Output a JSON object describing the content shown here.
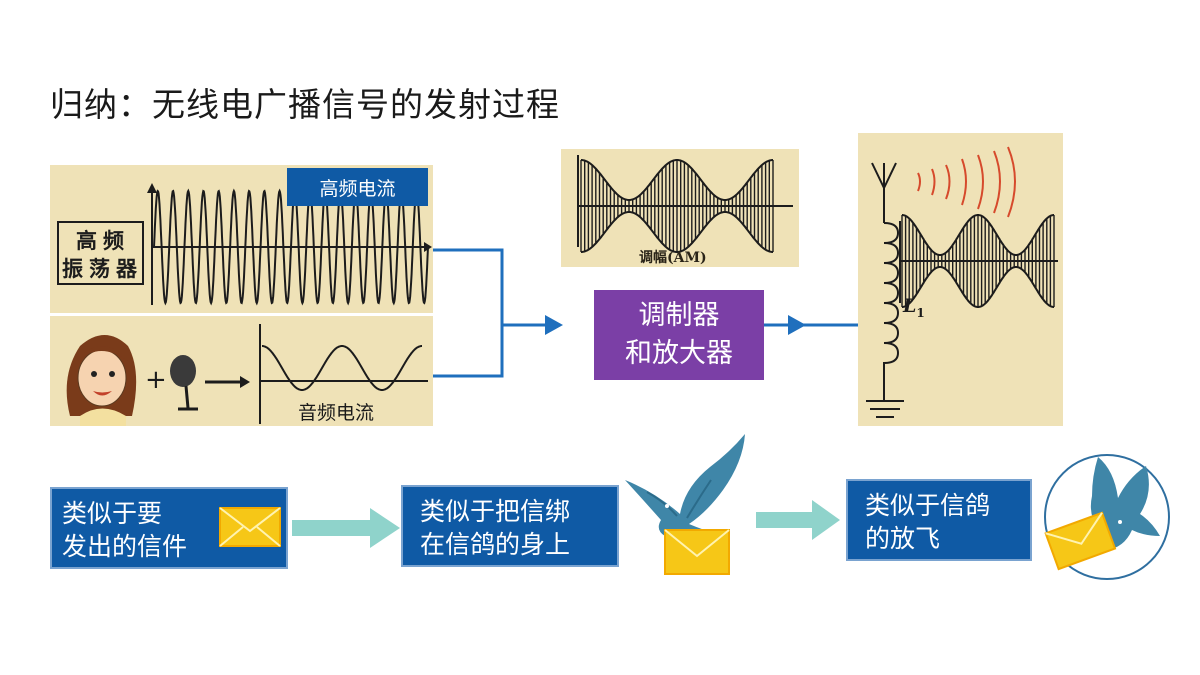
{
  "title": "归纳：无线电广播信号的发射过程",
  "oscillator": {
    "line1": "高频",
    "line2": "振荡器",
    "label": "高频电流"
  },
  "audio": {
    "label": "音频电流"
  },
  "am": {
    "caption": "调幅(AM)"
  },
  "modulator": {
    "line1": "调制器",
    "line2": "和放大器"
  },
  "antenna": {
    "inductor": "L",
    "subscript": "1"
  },
  "analogy": [
    {
      "line1": "类似于要",
      "line2": "发出的信件"
    },
    {
      "line1": "类似于把信绑",
      "line2": "在信鸽的身上"
    },
    {
      "line1": "类似于信鸽",
      "line2": "的放飞"
    }
  ],
  "colors": {
    "accent_blue": "#0f5aa5",
    "purple": "#7b3fa6",
    "panel": "#efe2b7",
    "arrow_teal": "#8fd3cb",
    "dove": "#3f86a8",
    "envelope": "#f6c717"
  }
}
